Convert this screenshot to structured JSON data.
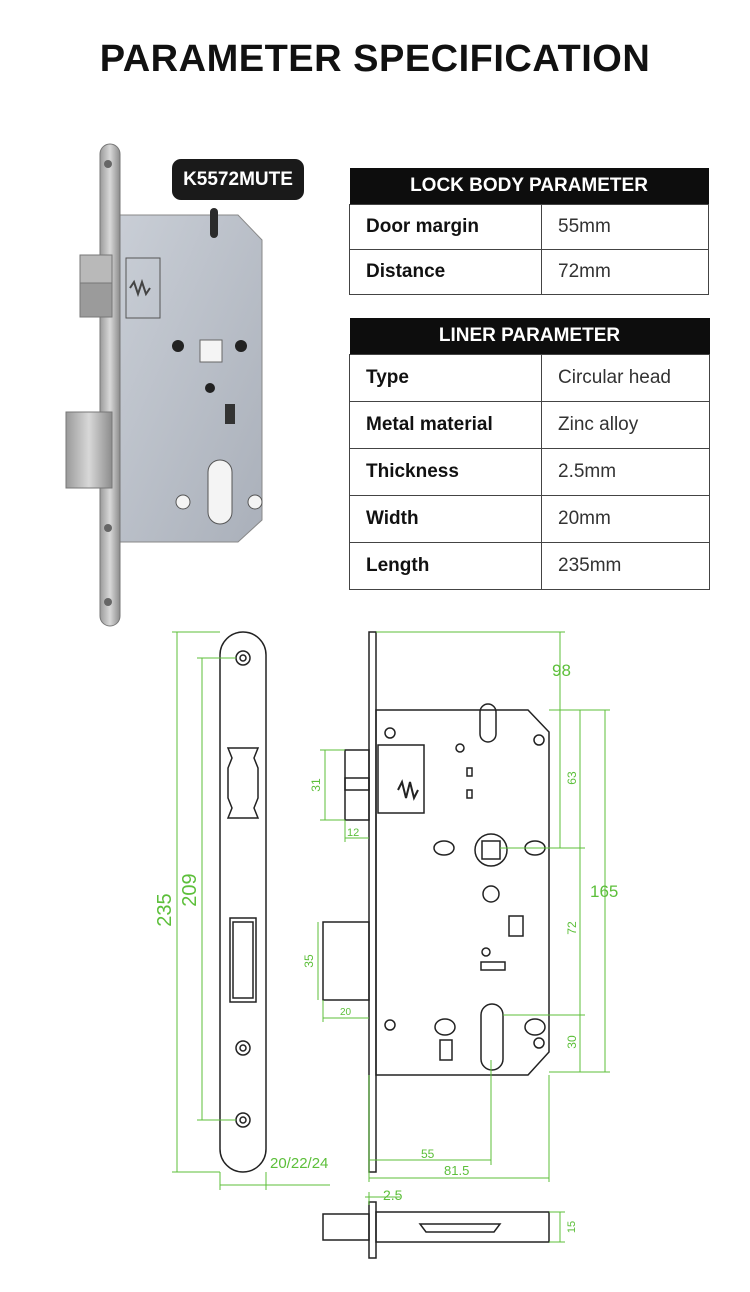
{
  "page_title": "PARAMETER SPECIFICATION",
  "model": "K5572MUTE",
  "lock_body": {
    "heading": "LOCK BODY PARAMETER",
    "rows": [
      {
        "label": "Door margin",
        "value": "55mm"
      },
      {
        "label": "Distance",
        "value": "72mm"
      }
    ]
  },
  "liner": {
    "heading": "LINER PARAMETER",
    "rows": [
      {
        "label": "Type",
        "value": "Circular head"
      },
      {
        "label": "Metal material",
        "value": "Zinc alloy"
      },
      {
        "label": "Thickness",
        "value": "2.5mm"
      },
      {
        "label": "Width",
        "value": "20mm"
      },
      {
        "label": "Length",
        "value": "235mm"
      }
    ]
  },
  "drawing": {
    "dims": {
      "strike_length": "235",
      "strike_hole_spacing": "209",
      "strike_width": "20/22/24",
      "case_width": "98",
      "top_to_handle": "63",
      "total_height": "165",
      "distance": "72",
      "cyl_to_bottom": "30",
      "latch_height": "31",
      "latch_projection": "12",
      "bolt_height": "35",
      "bolt_projection": "20",
      "backset": "55",
      "depth": "81.5",
      "faceplate_thickness": "2.5",
      "profile_height": "15"
    },
    "colors": {
      "dimension_lines": "#5cbf3a"
    }
  }
}
